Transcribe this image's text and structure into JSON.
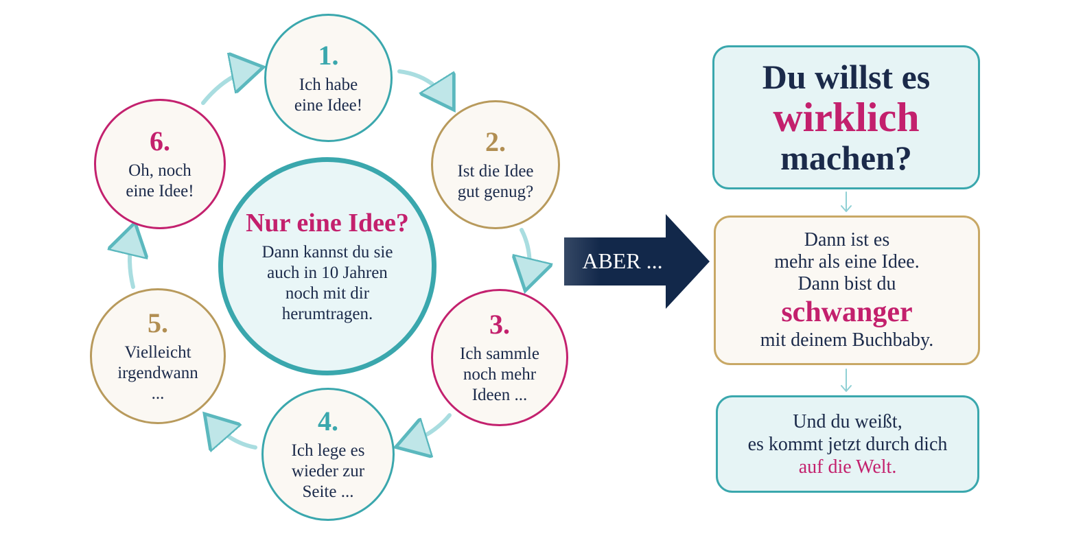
{
  "cycle": {
    "steps": [
      {
        "number": "1.",
        "text": "Ich habe\neine Idee!",
        "color": "#3aa7ad"
      },
      {
        "number": "2.",
        "text": "Ist die Idee\ngut genug?",
        "color": "#b89a5c"
      },
      {
        "number": "3.",
        "text": "Ich sammle\nnoch mehr\nIdeen ...",
        "color": "#c3216e"
      },
      {
        "number": "4.",
        "text": "Ich lege es\nwieder zur\nSeite ...",
        "color": "#3aa7ad"
      },
      {
        "number": "5.",
        "text": "Vielleicht\nirgendwann\n...",
        "color": "#b89a5c"
      },
      {
        "number": "6.",
        "text": "Oh, noch\neine Idee!",
        "color": "#c3216e"
      }
    ],
    "center": {
      "title": "Nur eine Idee?",
      "text": "Dann kannst du sie\nauch in 10 Jahren\nnoch mit dir\nherumtragen."
    }
  },
  "arrow": {
    "label": "ABER ...",
    "color": "#12284a"
  },
  "boxes": {
    "box1": {
      "line1": "Du willst es",
      "highlight": "wirklich",
      "line3": "machen?"
    },
    "box2": {
      "line1": "Dann ist es",
      "line2": "mehr als eine Idee.",
      "line3": "Dann bist du",
      "highlight": "schwanger",
      "line5": "mit deinem Buchbaby."
    },
    "box3": {
      "line1": "Und du weißt,",
      "line2": "es kommt jetzt durch dich",
      "highlight": "auf die Welt."
    }
  },
  "colors": {
    "teal": "#3aa7ad",
    "gold": "#b89a5c",
    "magenta": "#c3216e",
    "navy": "#12284a"
  }
}
